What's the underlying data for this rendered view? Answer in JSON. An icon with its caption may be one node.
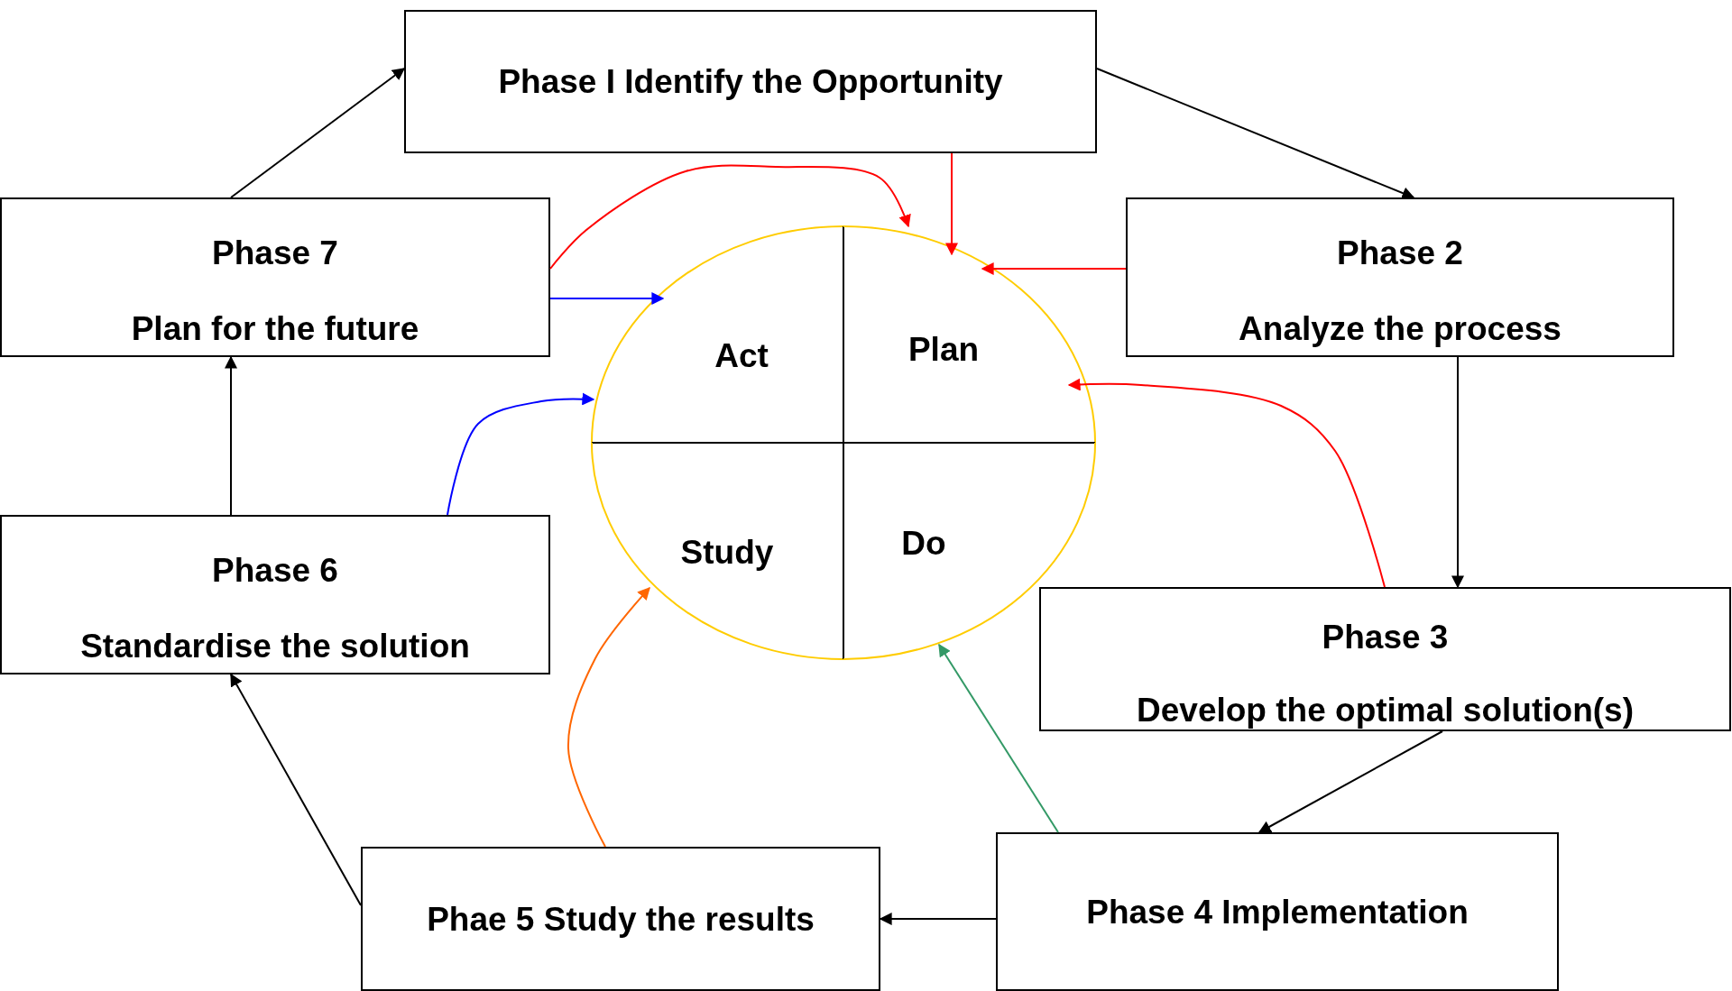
{
  "diagram": {
    "nodes": [
      {
        "text": [
          "Phase I Identify the Opportunity"
        ]
      },
      {
        "text": [
          "Phase 7",
          "Plan for the future"
        ]
      },
      {
        "text": [
          "Phase 2",
          "Analyze the process"
        ]
      },
      {
        "text": [
          "Act"
        ]
      },
      {
        "text": [
          "Plan"
        ]
      },
      {
        "text": [
          "Study"
        ]
      },
      {
        "text": [
          "Do"
        ]
      },
      {
        "text": [
          "Phase 6",
          "Standardise the solution"
        ]
      },
      {
        "text": [
          "Phase 3",
          "Develop the optimal solution(s)"
        ]
      },
      {
        "text": [
          "Phase 4 Implementation"
        ]
      },
      {
        "text": [
          "Phae 5 Study the results"
        ]
      }
    ],
    "edges": [
      {
        "from": 1,
        "to": 0,
        "arrow": "to"
      },
      {
        "from": 0,
        "to": 2,
        "arrow": "to"
      },
      {
        "from": 2,
        "to": 8,
        "arrow": "to"
      },
      {
        "from": 8,
        "to": 9,
        "arrow": "to"
      },
      {
        "from": 9,
        "to": 10,
        "arrow": "to"
      },
      {
        "from": 10,
        "to": 7,
        "arrow": "to"
      },
      {
        "from": 7,
        "to": 1,
        "arrow": "to"
      },
      {
        "from": 0,
        "to": 4,
        "arrow": "to",
        "color": "#ff0000"
      },
      {
        "from": 2,
        "to": 4,
        "arrow": "to",
        "color": "#ff0000"
      },
      {
        "from": 8,
        "to": 4,
        "arrow": "to",
        "color": "#ff0000"
      },
      {
        "from": 1,
        "to": 4,
        "arrow": "to",
        "color": "#ff0000"
      },
      {
        "from": 1,
        "to": 3,
        "arrow": "to",
        "color": "#0000ff"
      },
      {
        "from": 7,
        "to": 3,
        "arrow": "to",
        "color": "#0000ff"
      },
      {
        "from": 10,
        "to": 5,
        "arrow": "to",
        "color": "#ff6600"
      },
      {
        "from": 9,
        "to": 6,
        "arrow": "to",
        "color": "#339966"
      }
    ]
  }
}
